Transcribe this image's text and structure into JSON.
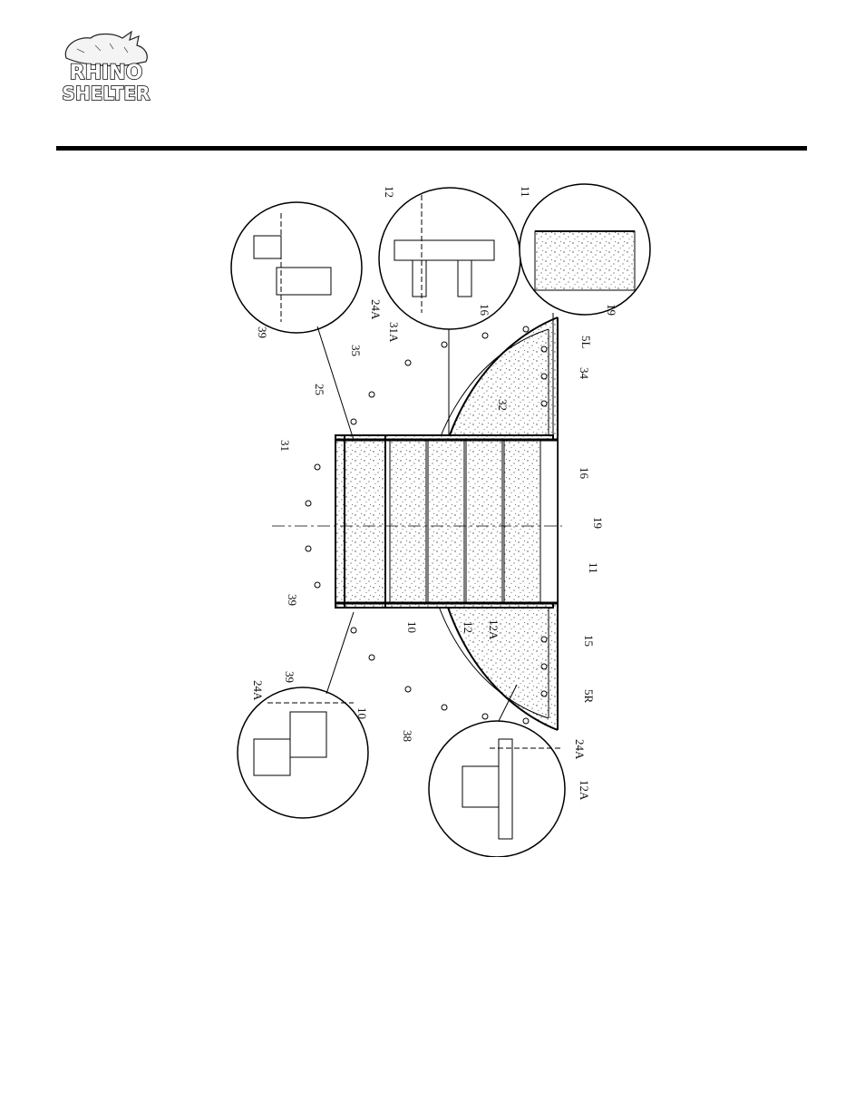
{
  "brand": {
    "name_line1": "RHINO",
    "name_line2": "SHELTER"
  },
  "drawing": {
    "callouts": [
      "12",
      "11",
      "24A",
      "16",
      "19",
      "31A",
      "35",
      "5L",
      "34",
      "25",
      "39",
      "31",
      "32",
      "16",
      "19",
      "11",
      "39",
      "10",
      "12",
      "12A",
      "15",
      "5R",
      "38",
      "24A",
      "39",
      "10",
      "24A",
      "12A"
    ]
  },
  "colors": {
    "line": "#000000",
    "page": "#ffffff"
  }
}
